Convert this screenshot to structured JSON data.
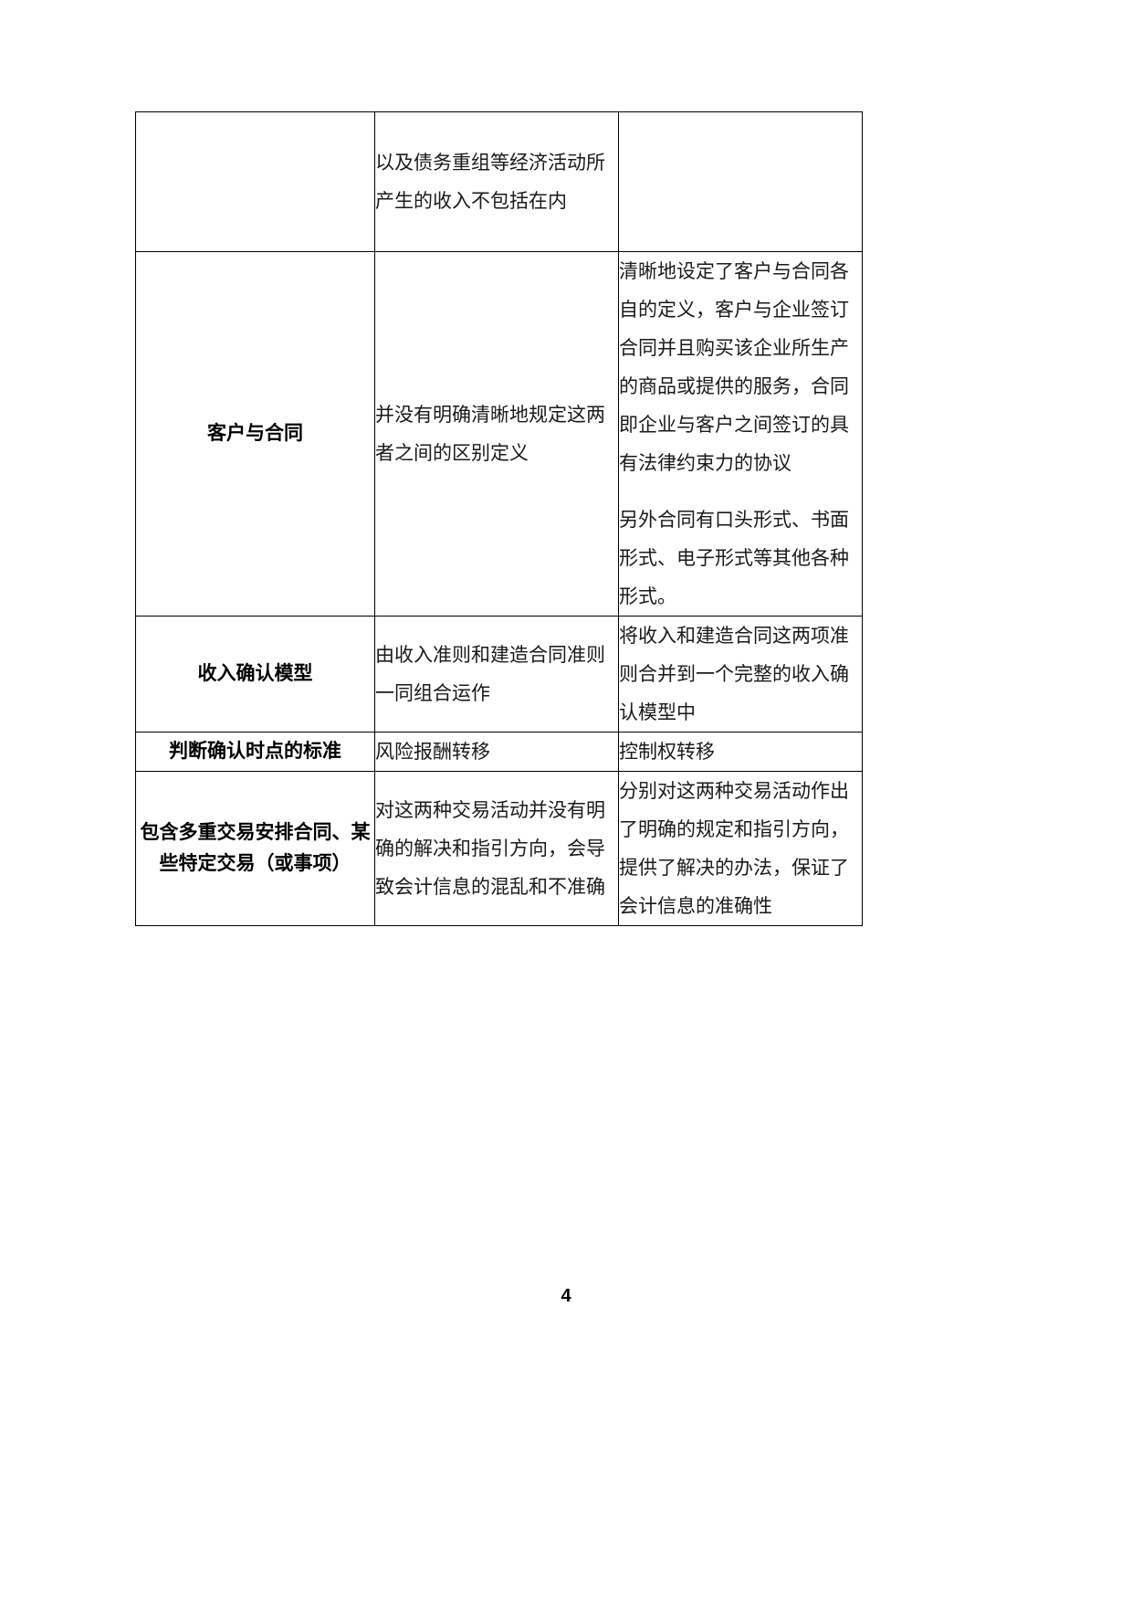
{
  "document": {
    "page_number": "4"
  },
  "table": {
    "rows": [
      {
        "id": "row-continued",
        "label": "",
        "col_b": [
          "以及债务重组等经济活动所产生的收入不包括在内"
        ],
        "col_c": [
          ""
        ]
      },
      {
        "id": "row-customer-contract",
        "label": "客户与合同",
        "col_b": [
          "并没有明确清晰地规定这两者之间的区别定义"
        ],
        "col_c": [
          "清晰地设定了客户与合同各自的定义，客户与企业签订合同并且购买该企业所生产的商品或提供的服务，合同即企业与客户之间签订的具有法律约束力的协议",
          "另外合同有口头形式、书面形式、电子形式等其他各种形式。"
        ]
      },
      {
        "id": "row-revenue-model",
        "label": "收入确认模型",
        "col_b": [
          "由收入准则和建造合同准则一同组合运作"
        ],
        "col_c": [
          "将收入和建造合同这两项准则合并到一个完整的收入确认模型中"
        ]
      },
      {
        "id": "row-recognition-criteria",
        "label": "判断确认时点的标准",
        "col_b": [
          "风险报酬转移"
        ],
        "col_c": [
          "控制权转移"
        ]
      },
      {
        "id": "row-multiple-arrangements",
        "label": "包含多重交易安排合同、某些特定交易（或事项）",
        "col_b": [
          "对这两种交易活动并没有明确的解决和指引方向，会导致会计信息的混乱和不准确"
        ],
        "col_c": [
          "分别对这两种交易活动作出了明确的规定和指引方向，提供了解决的办法，保证了会计信息的准确性"
        ]
      }
    ]
  }
}
